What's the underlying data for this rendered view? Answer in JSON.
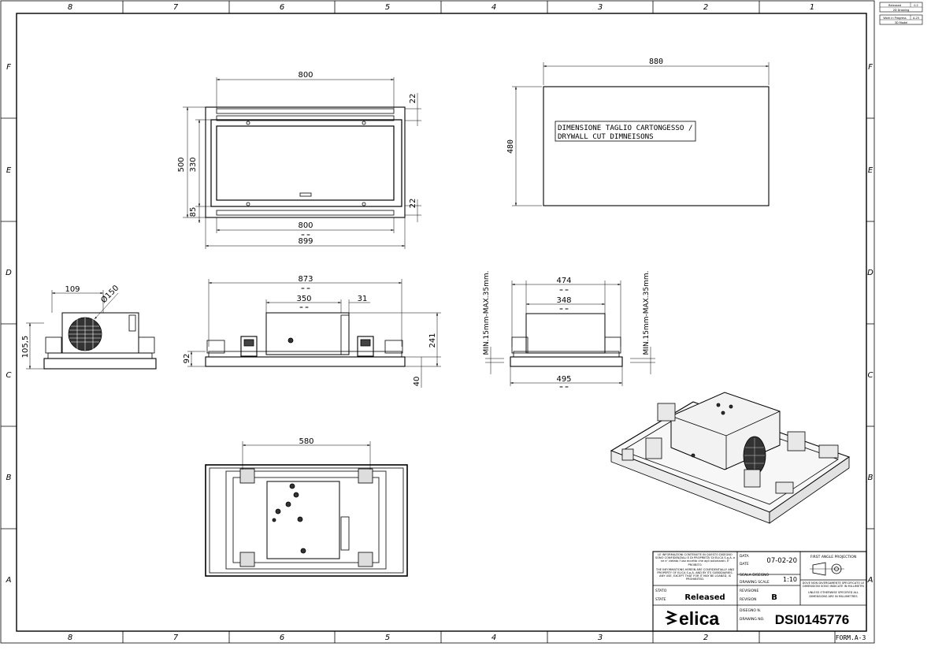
{
  "sheet": {
    "col_labels": [
      "8",
      "7",
      "6",
      "5",
      "4",
      "3",
      "2",
      "1"
    ],
    "row_labels": [
      "F",
      "E",
      "D",
      "C",
      "B",
      "A"
    ],
    "form": "FORM.A-3"
  },
  "revision_table": [
    {
      "status": "Released",
      "num": "0.2",
      "desc": "2D Drawing"
    },
    {
      "status": "Work in Progress",
      "num": "A.25",
      "desc": "3D Model"
    }
  ],
  "top_view": {
    "dim_top": "800",
    "dim_22_top": "22",
    "dim_500": "500",
    "dim_330": "330",
    "dim_85": "85",
    "dim_22_bottom": "22",
    "dim_800_bottom": "800",
    "dim_899": "899"
  },
  "cutout": {
    "width": "880",
    "height": "480",
    "note_line1": "DIMENSIONE TAGLIO CARTONGESSO /",
    "note_line2": "DRYWALL CUT DIMNEISONS"
  },
  "side_view": {
    "dim_109": "109",
    "dim_diameter": "Ø150",
    "dim_105_5": "105,5"
  },
  "front_view": {
    "dim_873": "873",
    "dim_350": "350",
    "dim_31": "31",
    "dim_92": "92",
    "dim_241": "241",
    "dim_40": "40",
    "note_thickness": "MIN.15mm-MAX.35mm."
  },
  "end_view": {
    "dim_474": "474",
    "dim_348": "348",
    "dim_495": "495",
    "note_thickness": "MIN.15mm-MAX.35mm."
  },
  "bottom_view": {
    "dim_580": "580"
  },
  "title_block": {
    "confidential_it": "LE INFORMAZIONI CONTENUTE IN QUESTO DISEGNO SONO CONFIDENZIALI E DI PROPRIETA' DI ELICA S.p.A. e ne e' vietato l'uso eccetto che agli autorizzati. E' PROIBITO.",
    "confidential_en": "THE INFORMATIONS HEREIN ARE CONFIDENTIALLY AND PROPERTY OF ELICA S.p.A. AND BY ITS SUBSIDIARIES. ANY USE, EXCEPT THAT FOR IT MAY BE LOANED, IS PROHIBITED.",
    "data_label": "DATA",
    "date_label": "DATE",
    "date": "07-02-20",
    "scala_label": "SCALA DISEGNO",
    "scale_label": "DRAWING SCALE",
    "scale": "1:10",
    "projection": "FIRST ANGLE PROJECTION",
    "stato_label": "STATO",
    "state_label": "STATE",
    "state": "Released",
    "revisione_label": "REVISIONE",
    "revision_label": "REVISION",
    "revision": "B",
    "dims_note_it": "DOVE NON DIVERSAMENTE SPECIFICATO LE DIMENSIONI SONO INDICATE IN MILLIMETRI",
    "dims_note_en": "UNLESS OTHERWISE SPECIFIED ALL DIMENSIONS ARE IN MILLIMETRES",
    "logo": "elica",
    "disegno_label": "DISEGNO N.",
    "drawing_label": "DRAWING NO.",
    "drawing_no": "DSI0145776"
  }
}
